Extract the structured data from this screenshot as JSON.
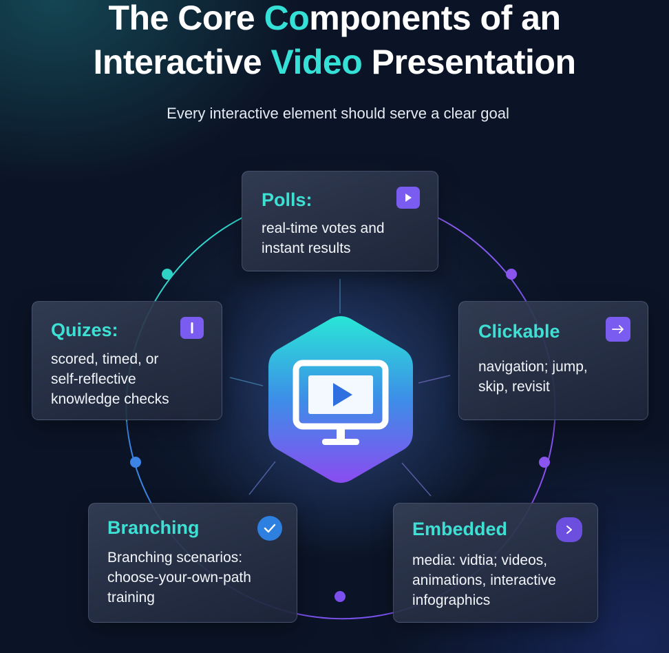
{
  "header": {
    "title_line1_before": "The Core ",
    "title_line1_accent": "Co",
    "title_line1_after": "mponents of an",
    "title_line2_before": "Interactive ",
    "title_line2_accent": "Video",
    "title_line2_after": " Presentation",
    "subtitle": "Every interactive element should serve a clear goal"
  },
  "center": {
    "icon": "monitor-play-icon"
  },
  "components": {
    "polls": {
      "title": "Polls:",
      "body_line1": "real-time votes and",
      "body_line2": "instant results",
      "icon": "play-icon"
    },
    "quizes": {
      "title": "Quizes:",
      "body_line1": "scored, timed, or",
      "body_line2": "self-reflective",
      "body_line3": "knowledge checks",
      "icon": "text-cursor-icon"
    },
    "clickable": {
      "title": "Clickable",
      "body_line1": "navigation; jump,",
      "body_line2": "skip, revisit",
      "icon": "arrow-right-icon"
    },
    "branching": {
      "title": "Branching",
      "body_line1": "Branching scenarios:",
      "body_line2": "choose-your-own-path",
      "body_line3": "training",
      "icon": "check-badge-icon"
    },
    "embedded": {
      "title": "Embedded",
      "body_line1": "media: vidtia; videos,",
      "body_line2": "animations, interactive",
      "body_line3": "infographics",
      "icon": "chevron-right-icon"
    }
  },
  "colors": {
    "accent": "#35e0d6",
    "purple": "#7b5cf0",
    "blue": "#2d7fe0",
    "background": "#0b1426"
  }
}
